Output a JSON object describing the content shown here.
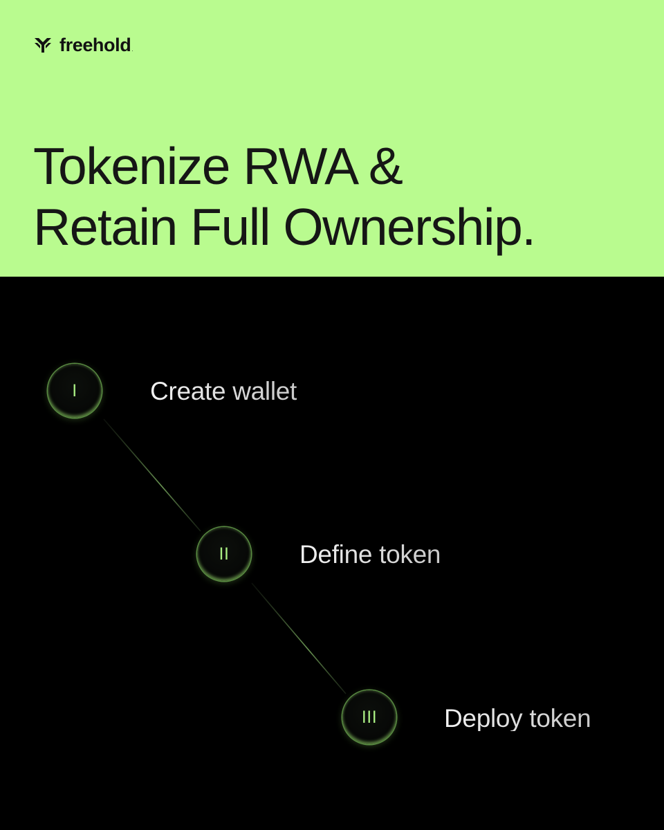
{
  "brand": {
    "name": "freehold",
    "trademark": ".",
    "logo_icon": "freehold-logo-icon"
  },
  "headline": {
    "line1": "Tokenize RWA &",
    "line2": "Retain Full Ownership."
  },
  "steps": [
    {
      "numeral": "I",
      "label": "Create wallet"
    },
    {
      "numeral": "II",
      "label": "Define token"
    },
    {
      "numeral": "III",
      "label": "Deploy token"
    }
  ],
  "colors": {
    "accent_green": "#b9fb8f",
    "background": "#000000",
    "ink": "#161616",
    "numeral_green": "#a9ee83"
  }
}
